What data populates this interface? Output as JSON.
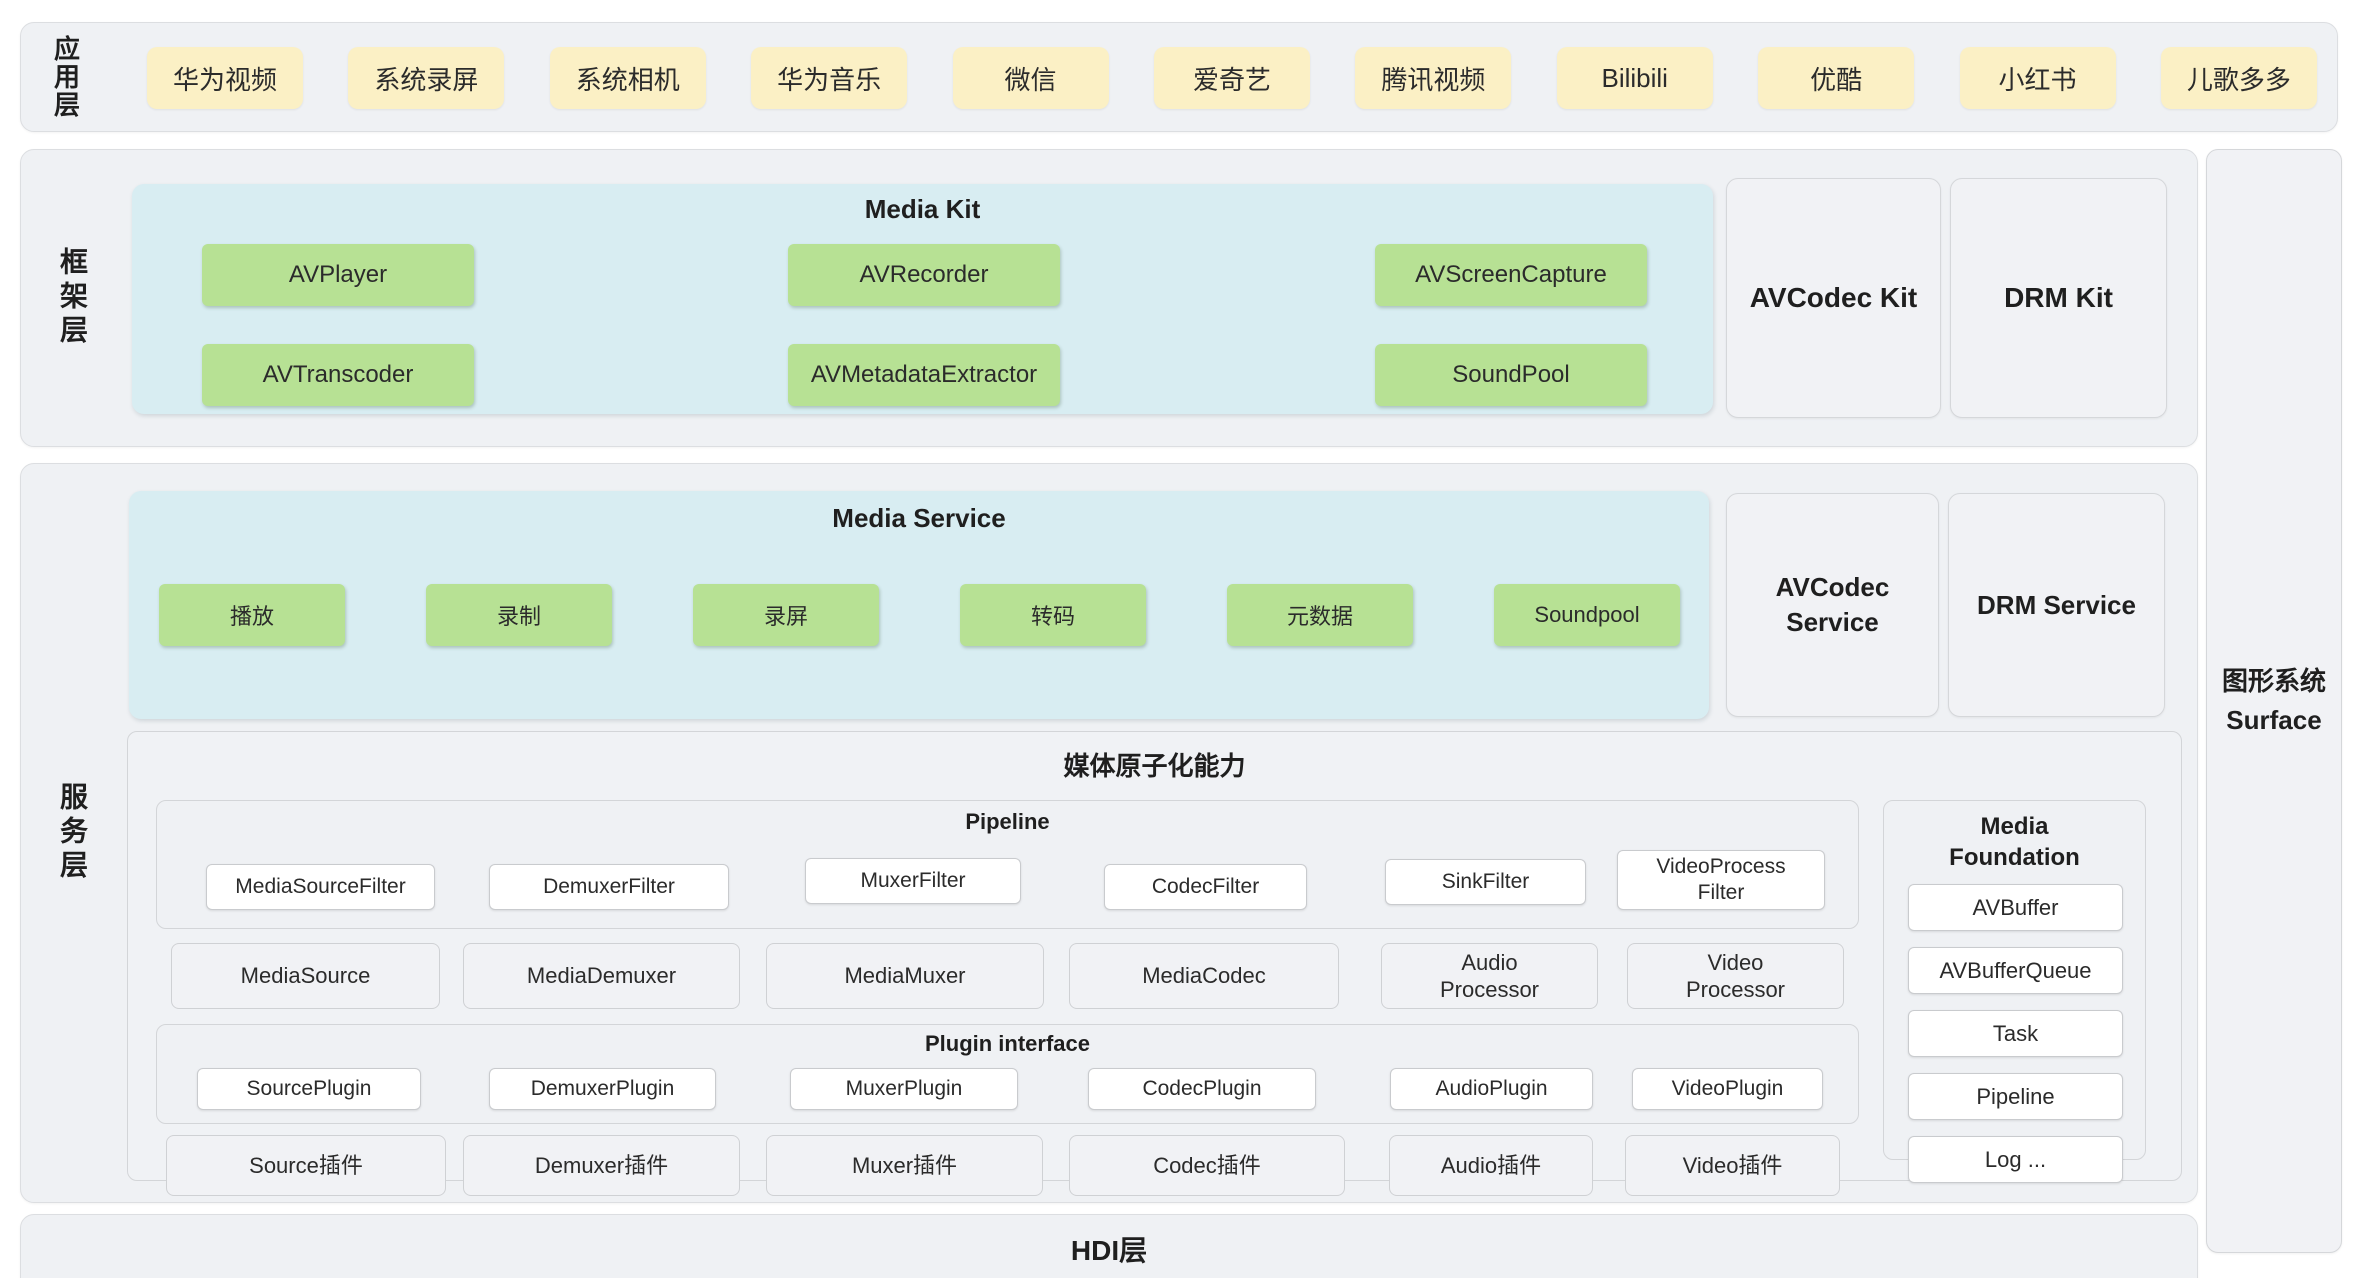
{
  "app_layer": {
    "label": "应用层",
    "apps": [
      "华为视频",
      "系统录屏",
      "系统相机",
      "华为音乐",
      "微信",
      "爱奇艺",
      "腾讯视频",
      "Bilibili",
      "优酷",
      "小红书",
      "儿歌多多"
    ]
  },
  "framework_layer": {
    "label": "框架层",
    "media_kit": {
      "title": "Media Kit",
      "row1": [
        "AVPlayer",
        "AVRecorder",
        "AVScreenCapture"
      ],
      "row2": [
        "AVTranscoder",
        "AVMetadataExtractor",
        "SoundPool"
      ]
    },
    "avcodec_kit": "AVCodec Kit",
    "drm_kit": "DRM Kit"
  },
  "service_layer": {
    "label": "服务层",
    "media_service": {
      "title": "Media Service",
      "items": [
        "播放",
        "录制",
        "录屏",
        "转码",
        "元数据",
        "Soundpool"
      ]
    },
    "avcodec_service": "AVCodec\nService",
    "drm_service": "DRM Service",
    "atomic": {
      "title": "媒体原子化能力",
      "pipeline": {
        "title": "Pipeline",
        "items": [
          "MediaSourceFilter",
          "DemuxerFilter",
          "MuxerFilter",
          "CodecFilter",
          "SinkFilter",
          "VideoProcess\nFilter"
        ]
      },
      "media_row": [
        "MediaSource",
        "MediaDemuxer",
        "MediaMuxer",
        "MediaCodec",
        "Audio\nProcessor",
        "Video\nProcessor"
      ],
      "plugin_interface": {
        "title": "Plugin interface",
        "items": [
          "SourcePlugin",
          "DemuxerPlugin",
          "MuxerPlugin",
          "CodecPlugin",
          "AudioPlugin",
          "VideoPlugin"
        ]
      },
      "plugins_row": [
        "Source插件",
        "Demuxer插件",
        "Muxer插件",
        "Codec插件",
        "Audio插件",
        "Video插件"
      ],
      "media_foundation": {
        "title": "Media\nFoundation",
        "items": [
          "AVBuffer",
          "AVBufferQueue",
          "Task",
          "Pipeline",
          "Log ..."
        ]
      }
    }
  },
  "graphics_bar": {
    "label": "图形系统\nSurface"
  },
  "hdi_layer": {
    "label": "HDI层"
  },
  "colors": {
    "app_chip_bg": "#FBF0C5",
    "kit_panel_bg": "#D8EDF2",
    "capability_box_bg": "#B7E194",
    "layer_bg": "#EFF1F4",
    "white_box_bg": "#FFFFFF"
  }
}
